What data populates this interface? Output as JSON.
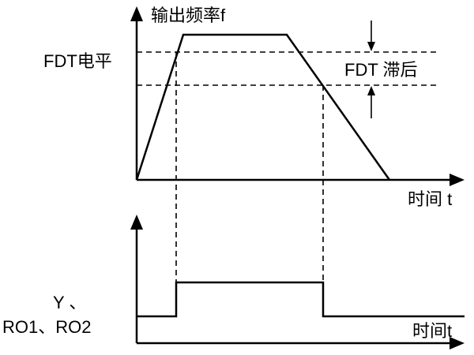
{
  "labels": {
    "freq_axis": "输出频率f",
    "fdt_level": "FDT电平",
    "fdt_lag": "FDT 滞后",
    "time_axis_top": "时间 t",
    "signal_y": "Y 、",
    "signal_ro": "RO1、RO2",
    "time_axis_bottom": "时间t"
  },
  "colors": {
    "line": "#000000",
    "background": "#ffffff"
  }
}
